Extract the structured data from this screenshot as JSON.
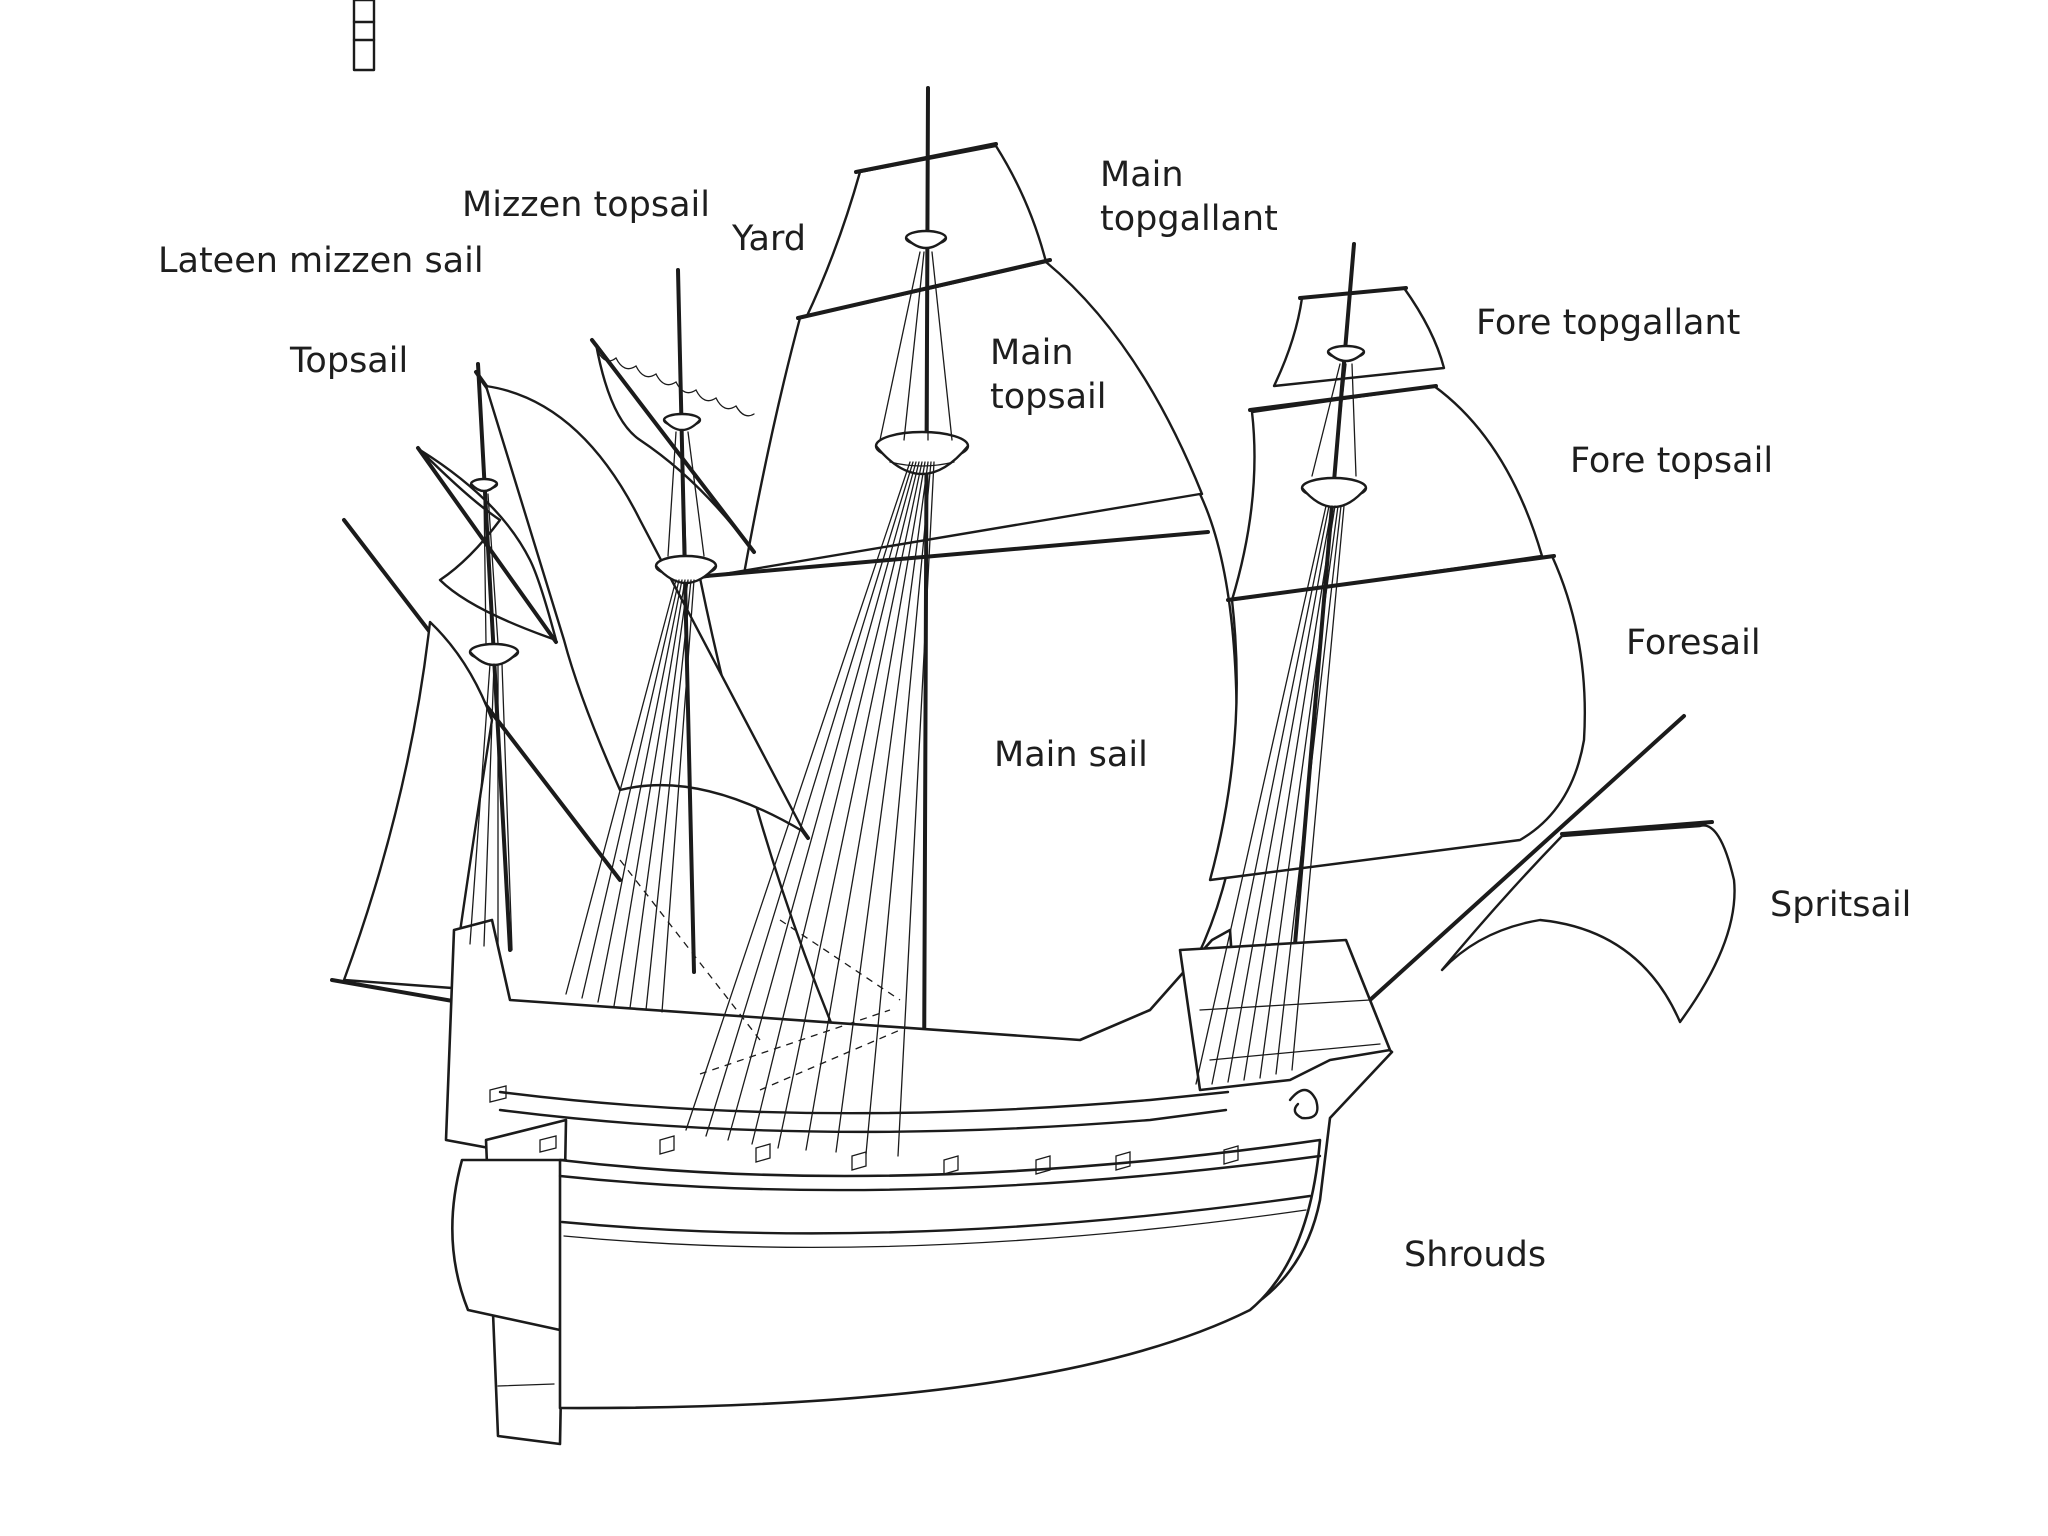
{
  "diagram": {
    "labels": {
      "lateen_mizzen_sail": "Lateen mizzen sail",
      "mizzen_topsail": "Mizzen topsail",
      "yard": "Yard",
      "topsail": "Topsail",
      "main_topgallant_line1": "Main",
      "main_topgallant_line2": "topgallant",
      "main_topsail_line1": "Main",
      "main_topsail_line2": "topsail",
      "fore_topgallant": "Fore topgallant",
      "fore_topsail": "Fore topsail",
      "foresail": "Foresail",
      "main_sail": "Main sail",
      "spritsail": "Spritsail",
      "shrouds": "Shrouds"
    }
  }
}
